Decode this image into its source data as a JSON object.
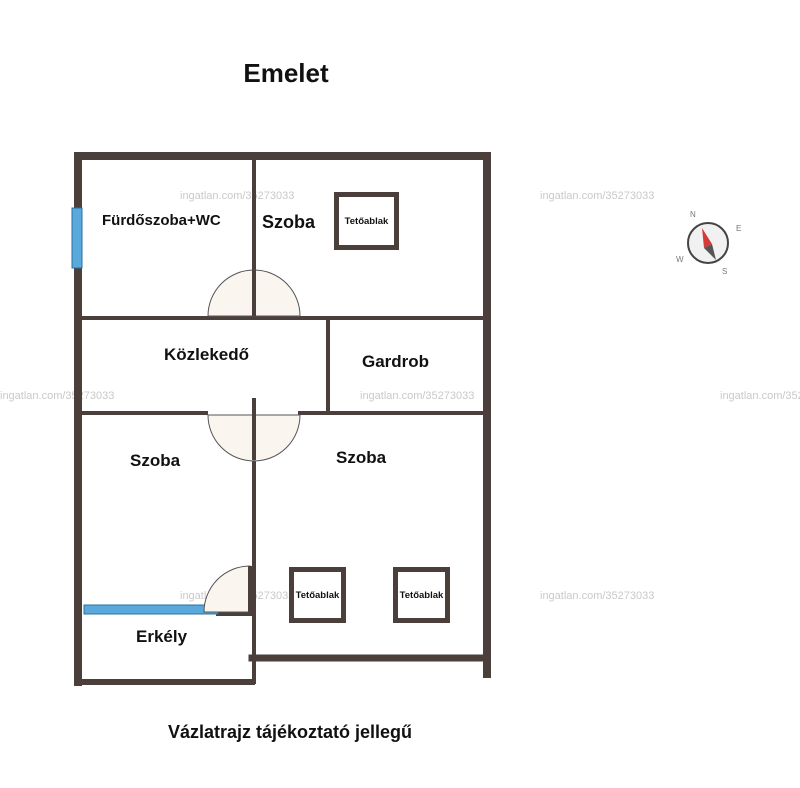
{
  "title": "Emelet",
  "caption": "Vázlatrajz tájékoztató jellegű",
  "watermark": "ingatlan.com/35273033",
  "rooms": {
    "bathroom": "Fürdőszoba+WC",
    "room_top": "Szoba",
    "hallway": "Közlekedő",
    "wardrobe": "Gardrob",
    "room_left": "Szoba",
    "room_right": "Szoba",
    "balcony": "Erkély"
  },
  "skylight_label": "Tetőablak",
  "compass": {
    "labels": [
      "N",
      "E",
      "S",
      "W"
    ]
  },
  "colors": {
    "wall": "#4a3f3b",
    "window": "#5aa9dc",
    "door_fill": "#faf6ef"
  }
}
